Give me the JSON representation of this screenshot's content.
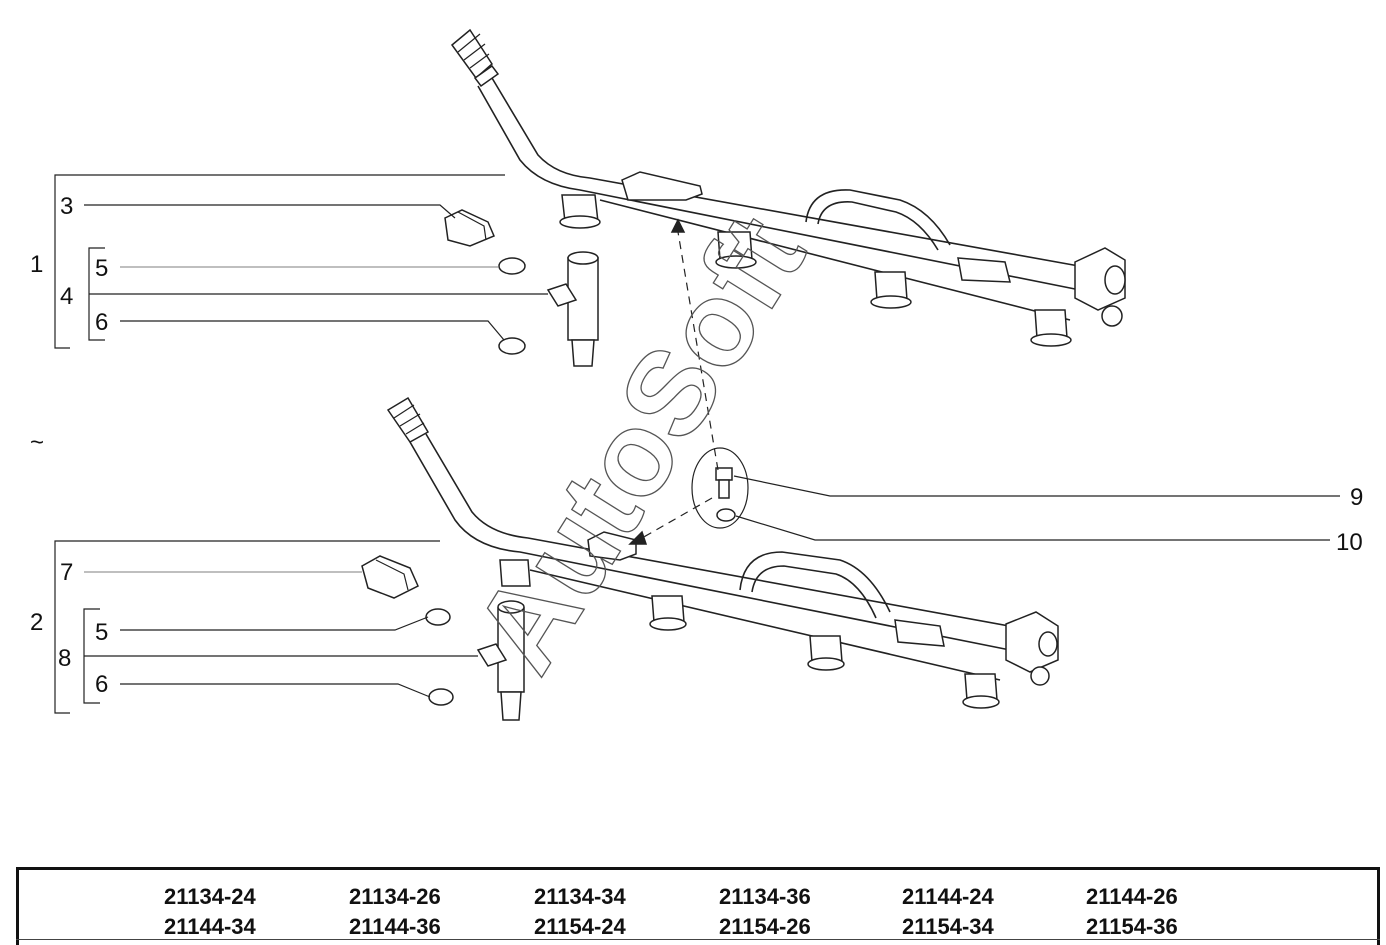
{
  "callouts": {
    "c1": "1",
    "c2": "2",
    "c3": "3",
    "c4": "4",
    "c5a": "5",
    "c6a": "6",
    "c7": "7",
    "c8": "8",
    "c5b": "5",
    "c6b": "6",
    "c9": "9",
    "c10": "10",
    "tilde": "~"
  },
  "watermark": "AutoSoft",
  "codes": {
    "row1": [
      "21134-24",
      "21134-26",
      "21134-34",
      "21134-36",
      "21144-24",
      "21144-26"
    ],
    "row2": [
      "21144-34",
      "21144-36",
      "21154-24",
      "21154-26",
      "21154-34",
      "21154-36"
    ]
  }
}
